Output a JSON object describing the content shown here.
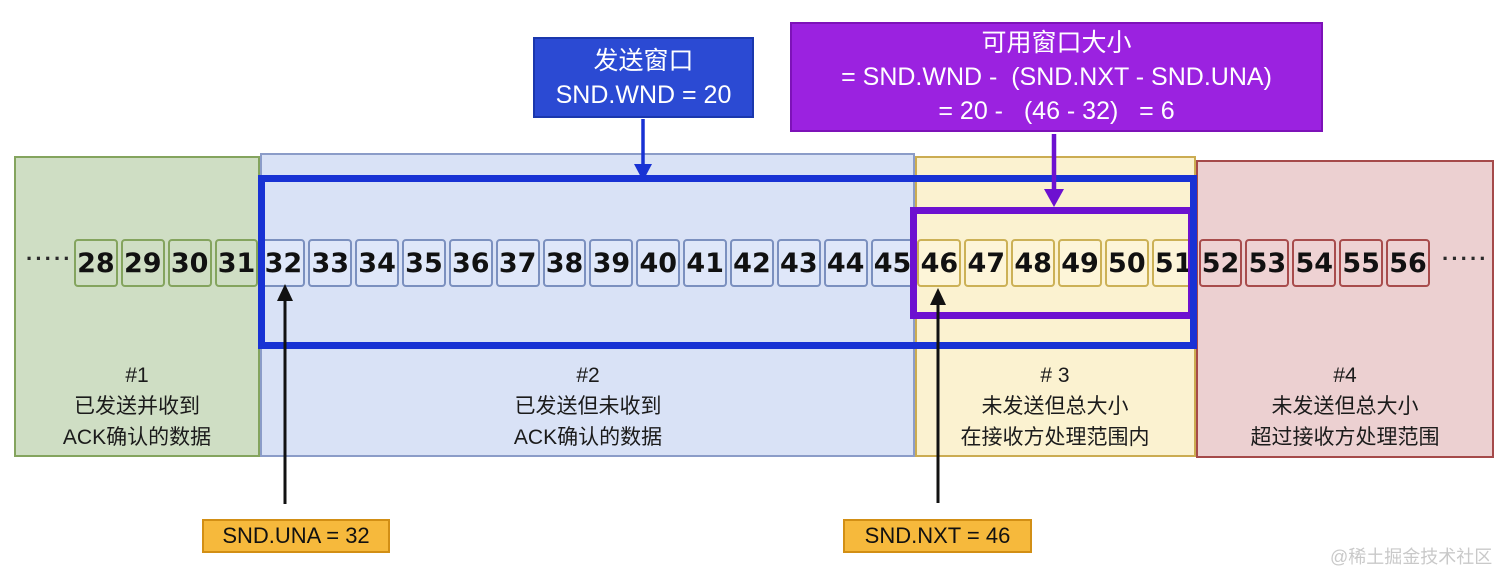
{
  "colors": {
    "region1-fill": "#cfdec4",
    "region1-border": "#84a45e",
    "region2-fill": "#d9e2f6",
    "region2-border": "#8b9cc8",
    "region3-fill": "#fbf2d0",
    "region3-border": "#cbac52",
    "region4-fill": "#ecd0d1",
    "region4-border": "#a54a4a",
    "cell1-fill": "#cfdec4",
    "cell1-border": "#84a45e",
    "cell2-fill": "#dfe7f9",
    "cell2-border": "#7b90bf",
    "cell3-fill": "#fdf5d8",
    "cell3-border": "#ccb156",
    "cell4-fill": "#eed2d3",
    "cell4-border": "#a84c4c",
    "send-window-border": "#1832d4",
    "avail-window-border": "#6d11d0",
    "callout-blue-fill": "#2b4ad3",
    "callout-blue-border": "#1a37ad",
    "callout-purple-fill": "#9b22e0",
    "callout-purple-border": "#7d12b8",
    "marker-fill": "#f6b93c",
    "marker-border": "#d28f15",
    "arrow-black": "#111111",
    "text-dark": "#1b1b1b",
    "watermark": "#c9c9c9"
  },
  "callouts": {
    "send_window": {
      "line1": "发送窗口",
      "line2": "SND.WND = 20"
    },
    "available_window": {
      "line1": "可用窗口大小",
      "line2": "= SND.WND -  (SND.NXT - SND.UNA)",
      "line3": "= 20 -   (46 - 32)   = 6"
    }
  },
  "markers": {
    "una": {
      "label": "SND.UNA = 32"
    },
    "nxt": {
      "label": "SND.NXT = 46"
    }
  },
  "regions": [
    {
      "title": "#1",
      "line1": "已发送并收到",
      "line2": "ACK确认的数据"
    },
    {
      "title": "#2",
      "line1": "已发送但未收到",
      "line2": "ACK确认的数据"
    },
    {
      "title": "# 3",
      "line1": "未发送但总大小",
      "line2": "在接收方处理范围内"
    },
    {
      "title": "#4",
      "line1": "未发送但总大小",
      "line2": "超过接收方处理范围"
    }
  ],
  "sequence": {
    "ellipsis_left": "·····",
    "ellipsis_right": "·····",
    "cells": [
      {
        "v": "28",
        "r": 1
      },
      {
        "v": "29",
        "r": 1
      },
      {
        "v": "30",
        "r": 1
      },
      {
        "v": "31",
        "r": 1
      },
      {
        "v": "32",
        "r": 2
      },
      {
        "v": "33",
        "r": 2
      },
      {
        "v": "34",
        "r": 2
      },
      {
        "v": "35",
        "r": 2
      },
      {
        "v": "36",
        "r": 2
      },
      {
        "v": "37",
        "r": 2
      },
      {
        "v": "38",
        "r": 2
      },
      {
        "v": "39",
        "r": 2
      },
      {
        "v": "40",
        "r": 2
      },
      {
        "v": "41",
        "r": 2
      },
      {
        "v": "42",
        "r": 2
      },
      {
        "v": "43",
        "r": 2
      },
      {
        "v": "44",
        "r": 2
      },
      {
        "v": "45",
        "r": 2
      },
      {
        "v": "46",
        "r": 3
      },
      {
        "v": "47",
        "r": 3
      },
      {
        "v": "48",
        "r": 3
      },
      {
        "v": "49",
        "r": 3
      },
      {
        "v": "50",
        "r": 3
      },
      {
        "v": "51",
        "r": 3
      },
      {
        "v": "52",
        "r": 4
      },
      {
        "v": "53",
        "r": 4
      },
      {
        "v": "54",
        "r": 4
      },
      {
        "v": "55",
        "r": 4
      },
      {
        "v": "56",
        "r": 4
      }
    ]
  },
  "watermark": {
    "text": "@稀土掘金技术社区"
  }
}
